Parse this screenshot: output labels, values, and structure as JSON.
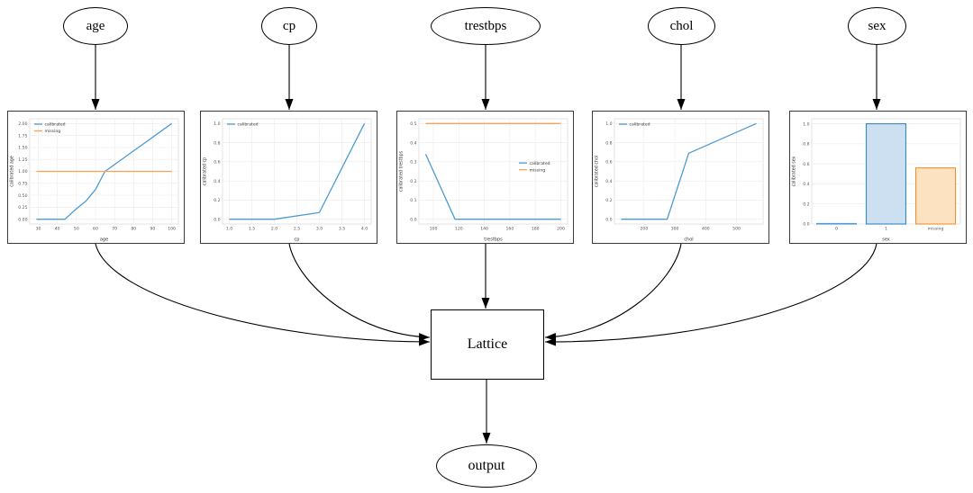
{
  "nodes": {
    "features": [
      {
        "label": "age"
      },
      {
        "label": "cp"
      },
      {
        "label": "trestbps"
      },
      {
        "label": "chol"
      },
      {
        "label": "sex"
      }
    ],
    "lattice": {
      "label": "Lattice"
    },
    "output": {
      "label": "output"
    }
  },
  "connections": [
    {
      "from": "age",
      "to": "calibration-age"
    },
    {
      "from": "cp",
      "to": "calibration-cp"
    },
    {
      "from": "trestbps",
      "to": "calibration-trestbps"
    },
    {
      "from": "chol",
      "to": "calibration-chol"
    },
    {
      "from": "sex",
      "to": "calibration-sex"
    },
    {
      "from": "calibration-age",
      "to": "Lattice"
    },
    {
      "from": "calibration-cp",
      "to": "Lattice"
    },
    {
      "from": "calibration-trestbps",
      "to": "Lattice"
    },
    {
      "from": "calibration-chol",
      "to": "Lattice"
    },
    {
      "from": "calibration-sex",
      "to": "Lattice"
    },
    {
      "from": "Lattice",
      "to": "output"
    }
  ],
  "colors": {
    "line_blue": "#4d9bd3",
    "line_orange": "#fba155",
    "bar_blue_fill": "#cde0f1",
    "bar_blue_edge": "#3787c0",
    "bar_orange_fill": "#fde2c2",
    "bar_orange_edge": "#f0902f",
    "grid": "#ebebeb",
    "node_border": "#000000",
    "chart_border": "#3a3a3a"
  },
  "chart_data": [
    {
      "name": "age",
      "type": "line",
      "xlabel": "age",
      "ylabel": "calibrated age",
      "xlim": [
        25.5,
        103.5
      ],
      "ylim": [
        -0.1,
        2.1
      ],
      "xtick_vals": [
        30,
        40,
        50,
        60,
        70,
        80,
        90,
        100
      ],
      "xtick_labels": [
        "30",
        "40",
        "50",
        "60",
        "70",
        "80",
        "90",
        "100"
      ],
      "ytick_vals": [
        0,
        0.25,
        0.5,
        0.75,
        1.0,
        1.25,
        1.5,
        1.75,
        2.0
      ],
      "ytick_labels": [
        "0.00",
        "0.25",
        "0.50",
        "0.75",
        "1.00",
        "1.25",
        "1.50",
        "1.75",
        "2.00"
      ],
      "series": [
        {
          "name": "calibrated",
          "color": "#4d9bd3",
          "x": [
            29,
            44,
            50,
            55,
            60,
            65,
            100
          ],
          "y": [
            0,
            0,
            0.22,
            0.38,
            0.62,
            1.0,
            2.0
          ]
        },
        {
          "name": "missing",
          "color": "#fba155",
          "x": [
            29,
            100
          ],
          "y": [
            1.0,
            1.0
          ]
        }
      ],
      "legend": "upper-left",
      "grid": true
    },
    {
      "name": "cp",
      "type": "line",
      "xlabel": "cp",
      "ylabel": "calibrated cp",
      "xlim": [
        0.85,
        4.15
      ],
      "ylim": [
        -0.05,
        1.05
      ],
      "xtick_vals": [
        1,
        1.5,
        2,
        2.5,
        3,
        3.5,
        4
      ],
      "xtick_labels": [
        "1.0",
        "1.5",
        "2.0",
        "2.5",
        "3.0",
        "3.5",
        "4.0"
      ],
      "ytick_vals": [
        0,
        0.2,
        0.4,
        0.6,
        0.8,
        1.0
      ],
      "ytick_labels": [
        "0.0",
        "0.2",
        "0.4",
        "0.6",
        "0.8",
        "1.0"
      ],
      "series": [
        {
          "name": "calibrated",
          "color": "#4d9bd3",
          "x": [
            1,
            2,
            3,
            4
          ],
          "y": [
            0,
            0,
            0.07,
            1.0
          ]
        }
      ],
      "legend": "upper-left",
      "grid": true
    },
    {
      "name": "trestbps",
      "type": "line",
      "xlabel": "trestbps",
      "ylabel": "calibrated trestbps",
      "xlim": [
        88.7,
        205.3
      ],
      "ylim": [
        -0.025,
        0.525
      ],
      "xtick_vals": [
        100,
        120,
        140,
        160,
        180,
        200
      ],
      "xtick_labels": [
        "100",
        "120",
        "140",
        "160",
        "180",
        "200"
      ],
      "ytick_vals": [
        0,
        0.1,
        0.2,
        0.3,
        0.4,
        0.5
      ],
      "ytick_labels": [
        "0.0",
        "0.1",
        "0.2",
        "0.3",
        "0.4",
        "0.5"
      ],
      "series": [
        {
          "name": "calibrated",
          "color": "#4d9bd3",
          "x": [
            94,
            117,
            200
          ],
          "y": [
            0.34,
            0,
            0
          ]
        },
        {
          "name": "missing",
          "color": "#fba155",
          "x": [
            94,
            200
          ],
          "y": [
            0.5,
            0.5
          ]
        }
      ],
      "legend": "center-right",
      "grid": true
    },
    {
      "name": "chol",
      "type": "line",
      "xlabel": "chol",
      "ylabel": "calibrated chol",
      "xlim": [
        104,
        586
      ],
      "ylim": [
        -0.05,
        1.05
      ],
      "xtick_vals": [
        200,
        300,
        400,
        500
      ],
      "xtick_labels": [
        "200",
        "300",
        "400",
        "500"
      ],
      "ytick_vals": [
        0,
        0.2,
        0.4,
        0.6,
        0.8,
        1.0
      ],
      "ytick_labels": [
        "0.0",
        "0.2",
        "0.4",
        "0.6",
        "0.8",
        "1.0"
      ],
      "series": [
        {
          "name": "calibrated",
          "color": "#4d9bd3",
          "x": [
            126,
            275,
            345,
            564
          ],
          "y": [
            0,
            0,
            0.69,
            1.0
          ]
        }
      ],
      "legend": "upper-left",
      "grid": true
    },
    {
      "name": "sex",
      "type": "bar",
      "xlabel": "sex",
      "ylabel": "calibrated sex",
      "ylim": [
        0,
        1.05
      ],
      "categories": [
        "0",
        "1",
        "missing"
      ],
      "values": [
        0.005,
        1.0,
        0.56
      ],
      "bar_fills": [
        "#cde0f1",
        "#cde0f1",
        "#fde2c2"
      ],
      "bar_edges": [
        "#4d9bd3",
        "#3787c0",
        "#f0902f"
      ],
      "ytick_vals": [
        0,
        0.2,
        0.4,
        0.6,
        0.8,
        1.0
      ],
      "ytick_labels": [
        "0.0",
        "0.2",
        "0.4",
        "0.6",
        "0.8",
        "1.0"
      ],
      "legend": null,
      "grid": true
    }
  ]
}
